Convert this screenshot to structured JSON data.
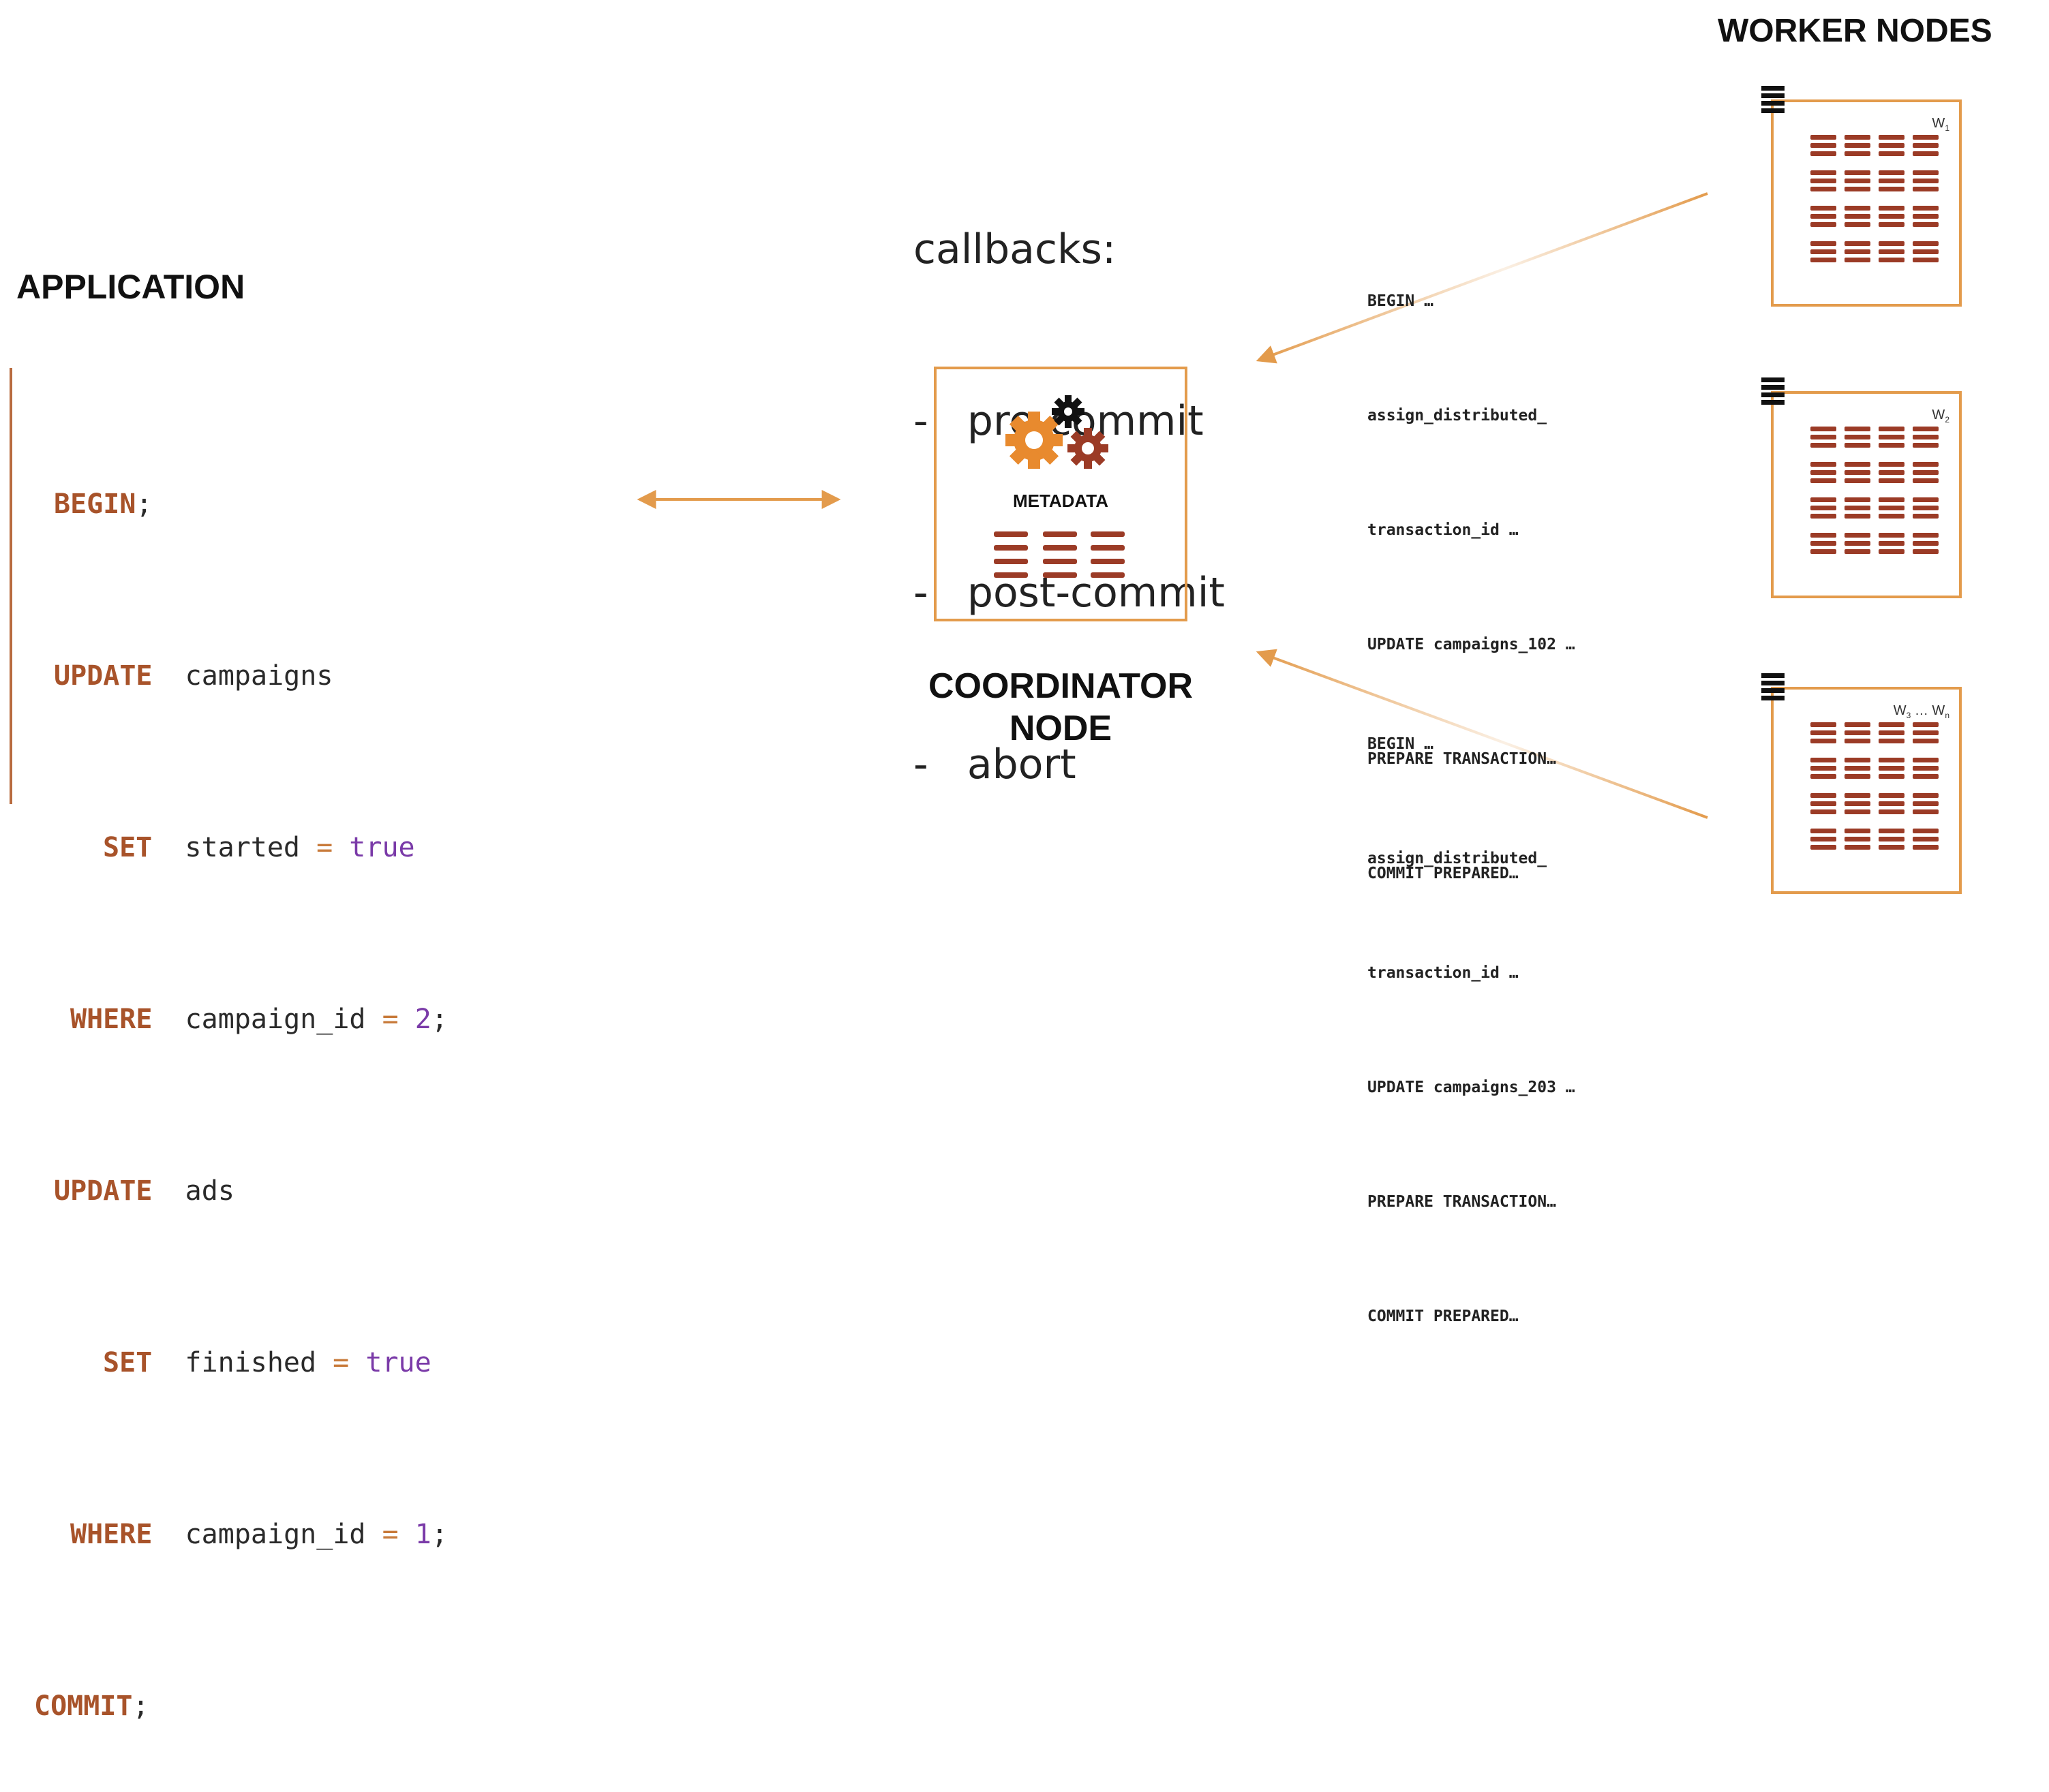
{
  "application": {
    "heading": "APPLICATION",
    "code": {
      "begin": "BEGIN",
      "update1_kw": "UPDATE",
      "update1_table": "campaigns",
      "set1_kw": "SET",
      "set1_col": "started",
      "set1_eq": "=",
      "set1_val": "true",
      "where1_kw": "WHERE",
      "where1_col": "campaign_id",
      "where1_eq": "=",
      "where1_val": "2",
      "update2_kw": "UPDATE",
      "update2_table": "ads",
      "set2_kw": "SET",
      "set2_col": "finished",
      "set2_eq": "=",
      "set2_val": "true",
      "where2_kw": "WHERE",
      "where2_col": "campaign_id",
      "where2_eq": "=",
      "where2_val": "1",
      "commit": "COMMIT",
      "semicolon": ";"
    }
  },
  "callbacks": {
    "title": "callbacks:",
    "items": [
      "pre-commit",
      "post-commit",
      "abort"
    ],
    "dash": "-"
  },
  "coordinator": {
    "metadata_label": "METADATA",
    "title_line1": "COORDINATOR",
    "title_line2": "NODE"
  },
  "log_top": [
    "BEGIN …",
    "assign_distributed_",
    "transaction_id …",
    "UPDATE campaigns_102 …",
    "PREPARE TRANSACTION…",
    "COMMIT PREPARED…"
  ],
  "log_bottom": [
    "BEGIN …",
    "assign_distributed_",
    "transaction_id …",
    "UPDATE campaigns_203 …",
    "PREPARE TRANSACTION…",
    "COMMIT PREPARED…"
  ],
  "workers": {
    "heading": "WORKER NODES",
    "labels": [
      "W",
      "W",
      "W … W"
    ],
    "subs": [
      "1",
      "2",
      "3",
      "n"
    ]
  },
  "colors": {
    "accent": "#e39b4c",
    "dark_red": "#9b3b26",
    "keyword": "#a8532a",
    "literal": "#7a3aa8",
    "gear_orange": "#e88a2e",
    "gear_red": "#9b3b26",
    "gear_black": "#111111"
  }
}
